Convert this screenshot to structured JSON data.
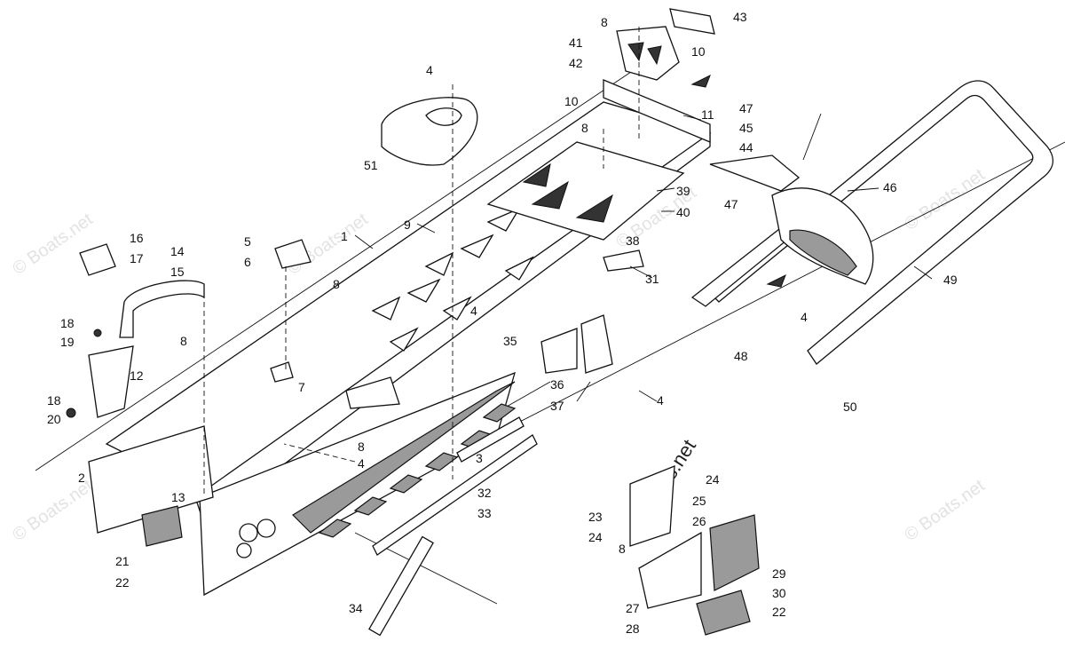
{
  "watermark": "© Boats.net",
  "callouts": {
    "c1": "1",
    "c2": "2",
    "c3": "3",
    "c4a": "4",
    "c4b": "4",
    "c4c": "4",
    "c4d": "4",
    "c4e": "4",
    "c5": "5",
    "c6": "6",
    "c7": "7",
    "c8a": "8",
    "c8b": "8",
    "c8c": "8",
    "c8d": "8",
    "c8e": "8",
    "c8f": "8",
    "c9": "9",
    "c10a": "10",
    "c10b": "10",
    "c11": "11",
    "c12": "12",
    "c13": "13",
    "c14": "14",
    "c15": "15",
    "c16": "16",
    "c17": "17",
    "c18a": "18",
    "c18b": "18",
    "c19": "19",
    "c20": "20",
    "c21": "21",
    "c22a": "22",
    "c22b": "22",
    "c23": "23",
    "c24a": "24",
    "c24b": "24",
    "c25": "25",
    "c26": "26",
    "c27": "27",
    "c28": "28",
    "c29": "29",
    "c30": "30",
    "c31": "31",
    "c32": "32",
    "c33": "33",
    "c34": "34",
    "c35": "35",
    "c36": "36",
    "c37": "37",
    "c38": "38",
    "c39": "39",
    "c40": "40",
    "c41": "41",
    "c42": "42",
    "c43": "43",
    "c44": "44",
    "c45": "45",
    "c46": "46",
    "c47a": "47",
    "c47b": "47",
    "c48": "48",
    "c49": "49",
    "c50": "50",
    "c51": "51"
  }
}
